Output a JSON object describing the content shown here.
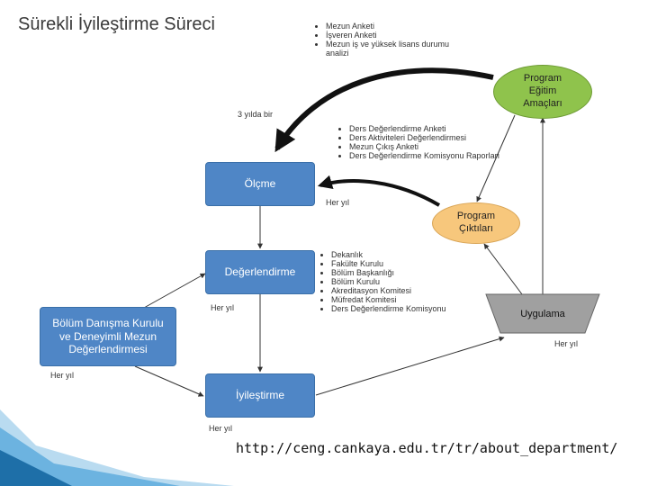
{
  "title": "Sürekli İyileştirme Süreci",
  "nodes": {
    "olcme": "Ölçme",
    "degerlendirme": "Değerlendirme",
    "iyilestirme": "İyileştirme",
    "danisma": "Bölüm Danışma Kurulu ve Deneyimli Mezun Değerlendirmesi",
    "amaclar": "Program Eğitim Amaçları",
    "ciktilar": "Program Çıktıları",
    "uygulama": "Uygulama"
  },
  "labels": {
    "uc_yil": "3 yılda bir",
    "olcme_freq": "Her yıl",
    "deg_freq": "Her yıl",
    "danisma_freq": "Her yıl",
    "iyil_freq": "Her yıl",
    "uyg_freq": "Her yıl"
  },
  "lists": {
    "top": [
      "Mezun Anketi",
      "İşveren Anketi",
      "Mezun iş ve yüksek lisans durumu analizi"
    ],
    "mid": [
      "Ders Değerlendirme Anketi",
      "Ders Aktiviteleri Değerlendirmesi",
      "Mezun Çıkış Anketi",
      "Ders Değerlendirme Komisyonu Raporları"
    ],
    "committees": [
      "Dekanlık",
      "Fakülte Kurulu",
      "Bölüm Başkanlığı",
      "Bölüm Kurulu",
      "Akreditasyon Komitesi",
      "Müfredat Komitesi",
      "Ders Değerlendirme Komisyonu"
    ]
  },
  "source_url": "http://ceng.cankaya.edu.tr/tr/about_department/",
  "colors": {
    "box": "#4f86c6",
    "amaclar": "#8fc34c",
    "ciktilar": "#f7c77c",
    "uygulama": "#a0a0a0"
  }
}
